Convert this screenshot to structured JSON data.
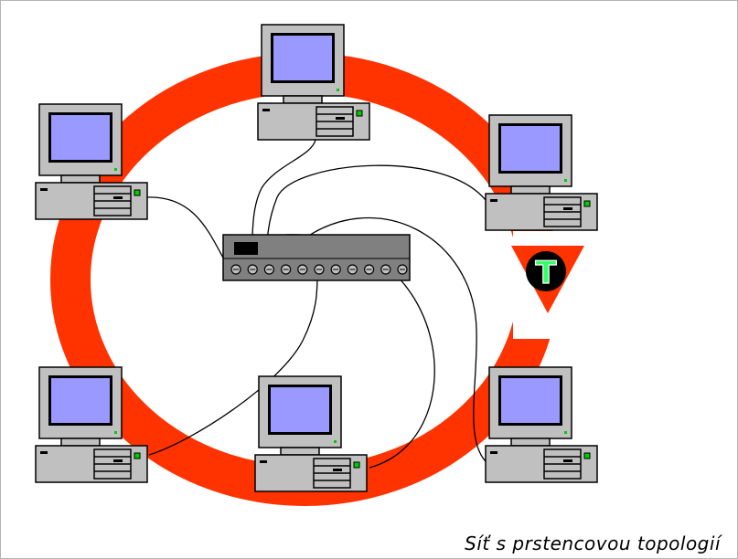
{
  "diagram": {
    "caption": "Síť s prstencovou topologií",
    "token_letter": "T",
    "computer_count": 6,
    "hub_port_count": 11
  },
  "colors": {
    "ring": "#ff3300",
    "screen": "#9999ff",
    "case": "#c0c0c0",
    "outline": "#000000",
    "cable": "#000000",
    "hub": "#808080",
    "token_bg": "#000000",
    "token_letter": "#33ff66",
    "power_led": "#00cc00",
    "background": "#ffffff"
  }
}
